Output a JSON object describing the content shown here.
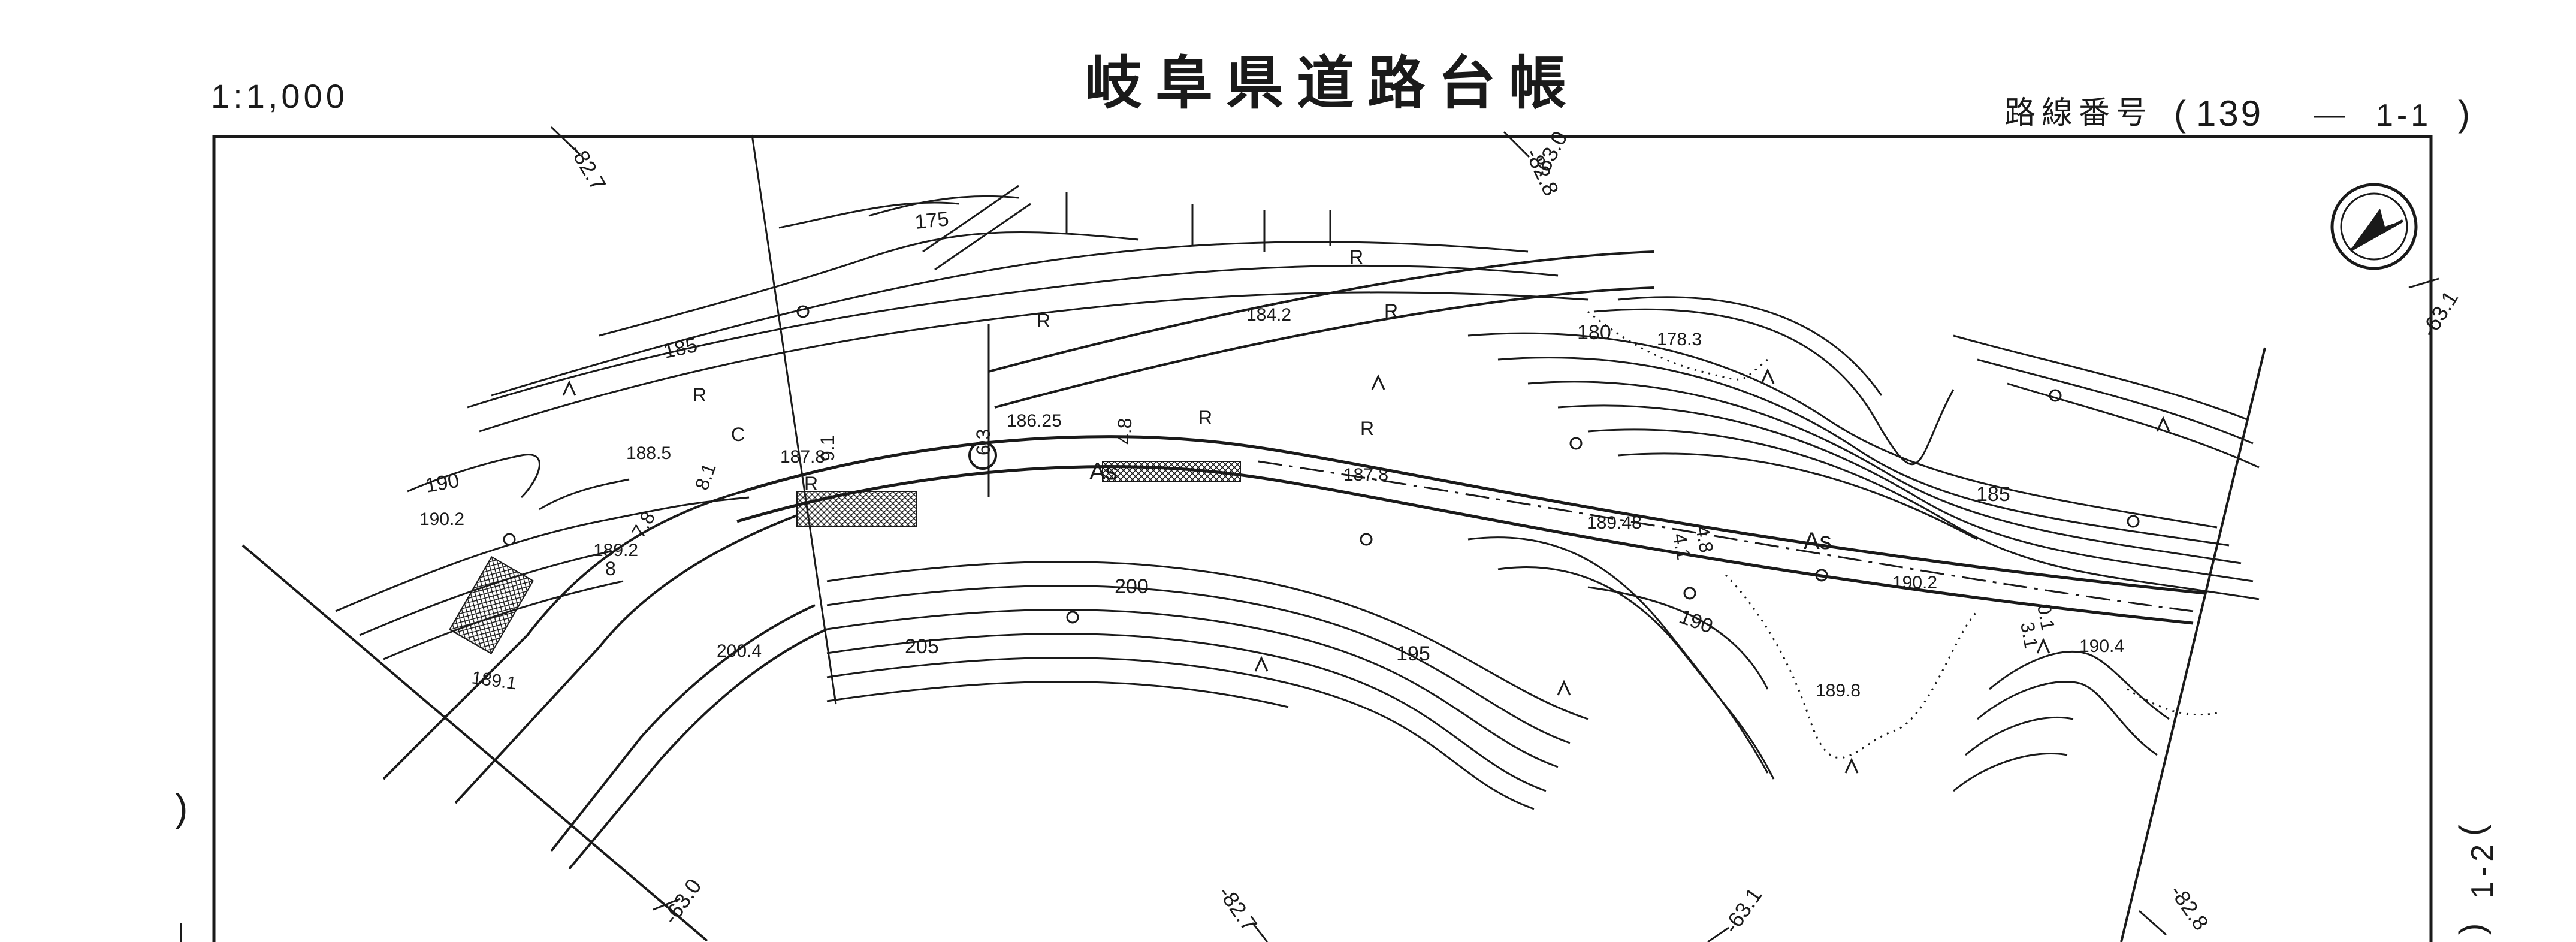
{
  "sheet": {
    "scale": "1:1,000",
    "title": "岐阜県道路台帳",
    "route_label": "路線番号",
    "route_open": "(",
    "route_number": "139",
    "route_dash": "—",
    "route_section": "1-1",
    "route_close": ")",
    "adjacent_sheet": "1-2",
    "adjacent_open": "(",
    "adjacent_close": ")",
    "left_paren": ")"
  },
  "grid_ticks": {
    "top_left": "-82.7",
    "top_mid_a": "-82.8",
    "top_mid_b": "-63.0",
    "right": "-63.1",
    "bottom_left": "-63.0",
    "bottom_mid": "-82.7",
    "bottom_right_a": "-63.1",
    "bottom_right_b": "-82.8"
  },
  "contours": {
    "c175": "175",
    "c180": "180",
    "c185_left": "185",
    "c185_right": "185",
    "c190_left": "190",
    "c190_mid": "190",
    "c195": "195",
    "c200": "200",
    "c205": "205"
  },
  "elevations": {
    "e1842": "184.2",
    "e1783": "178.3",
    "e1885": "188.5",
    "e1878a": "187.8",
    "e18625": "186.25",
    "e1878b": "187.8",
    "e18948": "189.48",
    "e1902a": "190.2",
    "e1892": "189.2",
    "e1891": "189.1",
    "e2004": "200.4",
    "e1902b": "190.2",
    "e1898": "189.8",
    "e1904": "190.4"
  },
  "road_marks": {
    "surface_a": "As",
    "surface_b": "As",
    "r1": "R",
    "r2": "R",
    "r3": "R",
    "r4": "R",
    "r5": "R",
    "r6": "R",
    "r7": "R",
    "c": "C",
    "w1": "4.8",
    "w2": "9.1",
    "w3": "8.1",
    "w4": "4.8",
    "w5": "4.1",
    "w6": "6.3",
    "w7": "7.8",
    "w8": "0.1",
    "w9": "3.1",
    "w10": "8"
  },
  "north_arrow": "north-arrow"
}
